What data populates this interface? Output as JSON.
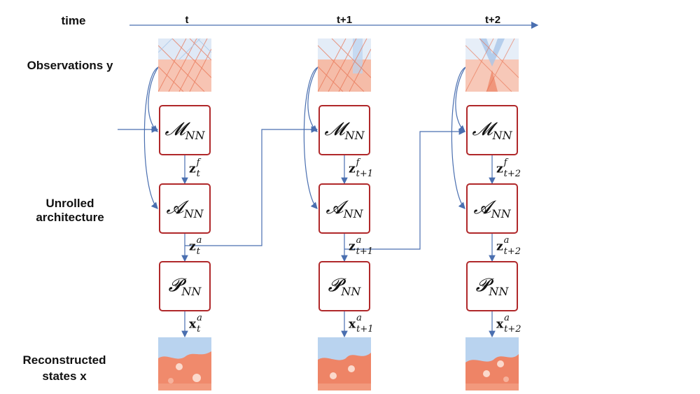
{
  "labels": {
    "time": "time",
    "observations": "Observations y",
    "unrolled_line1": "Unrolled",
    "unrolled_line2": "architecture",
    "reconstructed_line1": "Reconstructed",
    "reconstructed_line2": "states x"
  },
  "time_ticks": [
    "t",
    "t+1",
    "t+2"
  ],
  "operators": {
    "model": {
      "symbol": "𝓜",
      "sub": "NN"
    },
    "assim": {
      "symbol": "𝓐",
      "sub": "NN"
    },
    "proj": {
      "symbol": "𝓟",
      "sub": "NN"
    }
  },
  "columns": [
    {
      "zf": {
        "base": "z",
        "sup": "f",
        "sub": "t"
      },
      "za": {
        "base": "z",
        "sup": "a",
        "sub": "t"
      },
      "xa": {
        "base": "x",
        "sup": "a",
        "sub": "t"
      }
    },
    {
      "zf": {
        "base": "z",
        "sup": "f",
        "sub": "t+1"
      },
      "za": {
        "base": "z",
        "sup": "a",
        "sub": "t+1"
      },
      "xa": {
        "base": "x",
        "sup": "a",
        "sub": "t+1"
      }
    },
    {
      "zf": {
        "base": "z",
        "sup": "f",
        "sub": "t+2"
      },
      "za": {
        "base": "z",
        "sup": "a",
        "sub": "t+2"
      },
      "xa": {
        "base": "x",
        "sup": "a",
        "sub": "t+2"
      }
    }
  ],
  "colors": {
    "box_border": "#b0282a",
    "arrow": "#4a6fb0",
    "obs_red": "#e8704f",
    "obs_blue": "#a9c6e8",
    "state_red": "#f08a6c",
    "state_blue": "#b9d3ef"
  }
}
